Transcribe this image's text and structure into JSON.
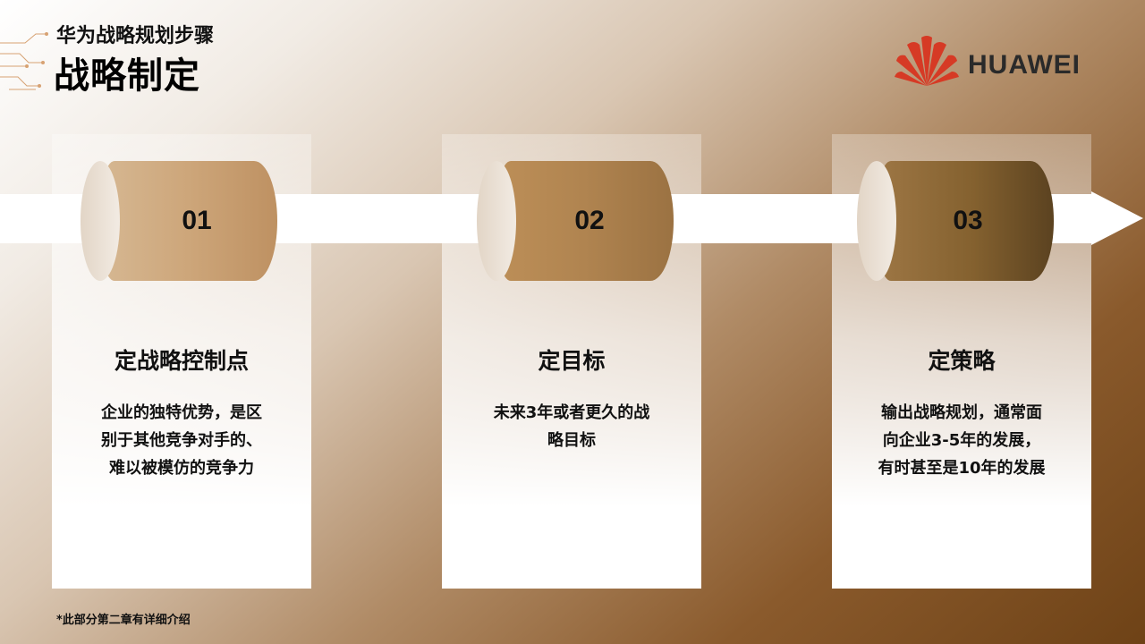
{
  "header": {
    "subtitle": "华为战略规划步骤",
    "title": "战略制定"
  },
  "logo": {
    "text": "HUAWEI",
    "icon": "huawei-petal-logo",
    "color": "#d63a25"
  },
  "steps": [
    {
      "number": "01",
      "title": "定战略控制点",
      "lines": [
        "企业的独特优势，是区",
        "别于其他竞争对手的、",
        "难以被模仿的竞争力"
      ]
    },
    {
      "number": "02",
      "title": "定目标",
      "lines": [
        "未来3年或者更久的战",
        "略目标"
      ]
    },
    {
      "number": "03",
      "title": "定策略",
      "lines": [
        "输出战略规划，通常面",
        "向企业3-5年的发展，",
        "有时甚至是10年的发展"
      ]
    }
  ],
  "footnote": "*此部分第二章有详细介绍",
  "colors": {
    "background_light": "#ffffff",
    "background_dark": "#6e4216",
    "accent_gold": "#c99a63",
    "accent_brown": "#5b4220"
  }
}
